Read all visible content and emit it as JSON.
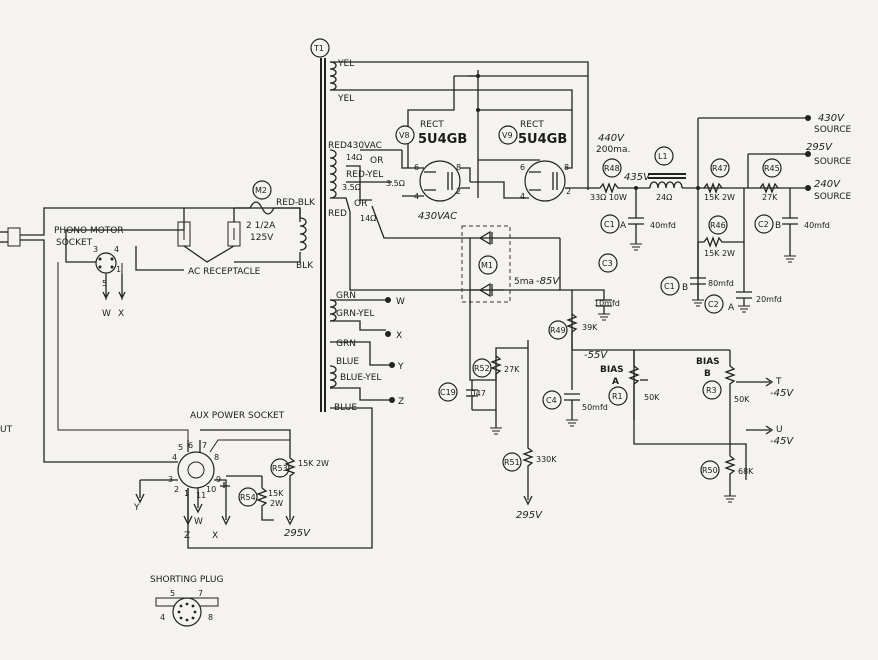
{
  "title": "",
  "left_edge_text": "UT",
  "transformer": {
    "ref": "T1",
    "leads": {
      "yel_top": "YEL",
      "yel_bottom": "YEL",
      "red_430": "RED430VAC",
      "red_yel": "RED-YEL",
      "red": "RED",
      "or_top": "OR",
      "or_bottom": "OR",
      "grn": "GRN",
      "grn_yel": "GRN-YEL",
      "grn2": "GRN",
      "blue": "BLUE",
      "blue_yel": "BLUE-YEL",
      "blue2": "BLUE"
    },
    "taps": {
      "t14a": "14Ω",
      "t35a": "3.5Ω",
      "t35b": "3.5Ω",
      "t14b": "14Ω"
    },
    "primary": {
      "red_blk": "RED-BLK",
      "blk": "BLK"
    },
    "out_vac": "430VAC"
  },
  "tubes": [
    {
      "ref": "V8",
      "type": "5U4GB",
      "role": "RECT",
      "pins": [
        "6",
        "8",
        "4",
        "2"
      ]
    },
    {
      "ref": "V9",
      "type": "5U4GB",
      "role": "RECT",
      "pins": [
        "6",
        "8",
        "4",
        "2"
      ]
    }
  ],
  "fuse": {
    "ref": "M2",
    "rating": "2 1/2A",
    "voltage": "125V"
  },
  "phono_socket": {
    "label": "PHONO MOTOR\nSOCKET",
    "pins": [
      "3",
      "4",
      "5",
      "1"
    ],
    "outs": [
      "W",
      "X"
    ]
  },
  "ac_receptacle": "AC RECEPTACLE",
  "aux_socket": {
    "label": "AUX POWER SOCKET",
    "pins": [
      "4",
      "5",
      "6",
      "7",
      "8",
      "9",
      "10",
      "11",
      "3",
      "2",
      "1"
    ],
    "outs": [
      "Y",
      "Z",
      "W",
      "X"
    ]
  },
  "shorting_plug": {
    "label": "SHORTING PLUG",
    "pins": [
      "5",
      "7",
      "4",
      "8"
    ]
  },
  "meter": {
    "ref": "M1",
    "current": "5ma"
  },
  "voltages": {
    "v440": "440V",
    "ma200": "200ma.",
    "v435": "435V",
    "m85": "-85V",
    "m55": "-55V",
    "v295a": "295V",
    "v295b": "295V"
  },
  "sources": [
    {
      "voltage": "430V",
      "label": "SOURCE"
    },
    {
      "voltage": "295V",
      "label": "SOURCE"
    },
    {
      "voltage": "240V",
      "label": "SOURCE"
    }
  ],
  "components": {
    "R48": {
      "ref": "R48",
      "value": "33Ω 10W"
    },
    "L1": {
      "ref": "L1",
      "value": "24Ω"
    },
    "R47": {
      "ref": "R47",
      "value": "15K 2W"
    },
    "R45": {
      "ref": "R45",
      "value": "27K"
    },
    "R46": {
      "ref": "R46",
      "value": "15K 2W"
    },
    "C1A": {
      "ref": "C1",
      "sec": "A",
      "value": "40mfd"
    },
    "C1B": {
      "ref": "C1",
      "sec": "B",
      "value": "80mfd"
    },
    "C2A": {
      "ref": "C2",
      "sec": "A",
      "value": "20mfd"
    },
    "C2B": {
      "ref": "C2",
      "sec": "B",
      "value": "40mfd"
    },
    "C3": {
      "ref": "C3",
      "value": "10mfd"
    },
    "C4": {
      "ref": "C4",
      "value": "50mfd"
    },
    "C19": {
      "ref": "C19",
      "value": ".047"
    },
    "R49": {
      "ref": "R49",
      "value": "39K"
    },
    "R52": {
      "ref": "R52",
      "value": "27K"
    },
    "R51": {
      "ref": "R51",
      "value": "330K"
    },
    "R1": {
      "ref": "R1",
      "value": "50K",
      "title": "BIAS",
      "sub": "A"
    },
    "R3": {
      "ref": "R3",
      "value": "50K",
      "title": "BIAS",
      "sub": "B"
    },
    "R50": {
      "ref": "R50",
      "value": "68K"
    },
    "R53": {
      "ref": "R53",
      "value": "15K 2W"
    },
    "R54": {
      "ref": "R54",
      "value": "15K\n2W"
    }
  },
  "outputs": {
    "W": "W",
    "X": "X",
    "Y": "Y",
    "Z": "Z",
    "T": "T",
    "Tv": "-45V",
    "U": "U",
    "Uv": "-45V"
  }
}
